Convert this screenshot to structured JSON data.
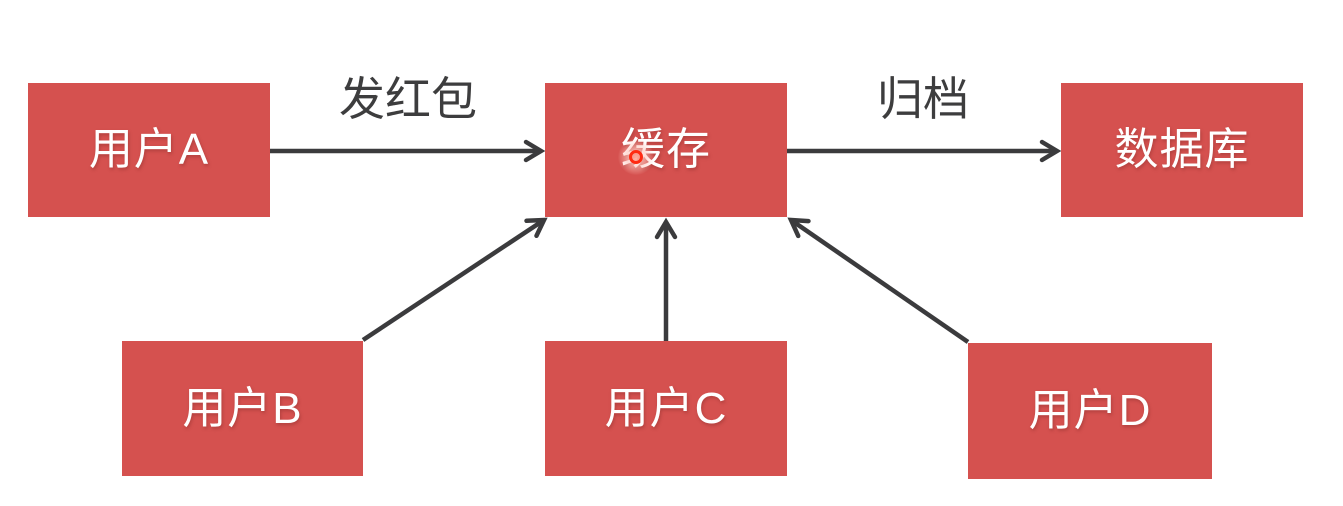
{
  "diagram": {
    "nodes": {
      "userA": {
        "label": "用户A"
      },
      "cache": {
        "label": "缓存"
      },
      "database": {
        "label": "数据库"
      },
      "userB": {
        "label": "用户B"
      },
      "userC": {
        "label": "用户C"
      },
      "userD": {
        "label": "用户D"
      }
    },
    "edges": [
      {
        "from": "userA",
        "to": "cache",
        "label": "发红包"
      },
      {
        "from": "cache",
        "to": "database",
        "label": "归档"
      },
      {
        "from": "userB",
        "to": "cache",
        "label": ""
      },
      {
        "from": "userC",
        "to": "cache",
        "label": ""
      },
      {
        "from": "userD",
        "to": "cache",
        "label": ""
      }
    ],
    "colors": {
      "node_fill": "#d5514f",
      "node_text": "#ffffff",
      "arrow": "#3b3b3d",
      "edge_label_text": "#3d3d3e",
      "background": "#ffffff",
      "laser_dot": "#ff2a12"
    }
  }
}
